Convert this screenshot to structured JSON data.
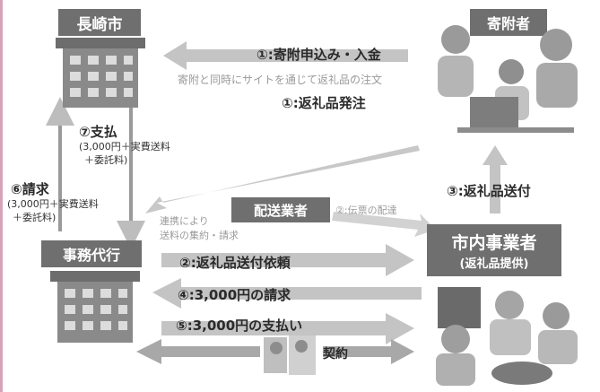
{
  "nodes": {
    "nagasaki": "長崎市",
    "donor": "寄附者",
    "delivery": "配送業者",
    "agency": "事務代行",
    "business_title": "市内事業者",
    "business_sub": "(返礼品提供)"
  },
  "steps": {
    "s1a": "①:寄附申込み・入金",
    "s1a_note": "寄附と同時にサイトを通じて返礼品の注文",
    "s1b": "①:返礼品発注",
    "s2": "②:返礼品送付依頼",
    "s2_delivery": "②:伝票の配達",
    "s3": "③:返礼品送付",
    "s4": "④:3,000円の請求",
    "s5": "⑤:3,000円の支払い",
    "s6_title": "⑥請求",
    "s6_detail_1": "(3,000円＋実費送料",
    "s6_detail_2": "＋委託料)",
    "s7_title": "⑦支払",
    "s7_detail_1": "(3,000円＋実費送料",
    "s7_detail_2": "＋委託料)",
    "liaison_1": "連携により",
    "liaison_2": "送料の集約・請求",
    "contract": "契約"
  },
  "icons": {
    "building": "office-building-icon",
    "people": "donor-family-illustration",
    "producers": "producers-illustration",
    "handshake": "handshake-contract-illustration"
  },
  "colors": {
    "box_fill": "#6f6f6f",
    "arrow_fill": "#c4c4c4",
    "building": "#8a8a8a",
    "left_border": "#d7a3b8"
  }
}
